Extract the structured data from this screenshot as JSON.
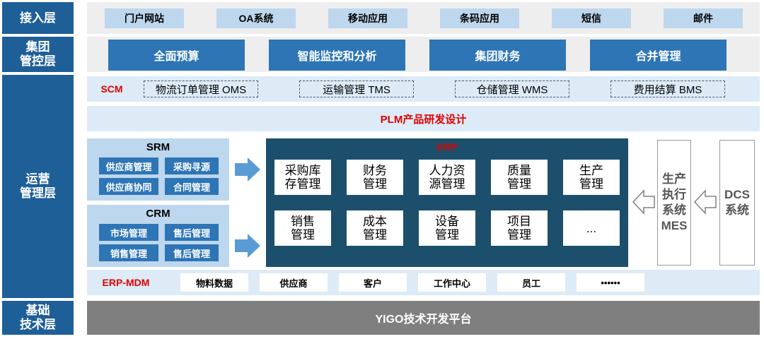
{
  "layers": {
    "access": "接入层",
    "group": "集团\n管控层",
    "operation": "运营\n管理层",
    "base": "基础\n技术层"
  },
  "access_items": [
    "门户网站",
    "OA系统",
    "移动应用",
    "条码应用",
    "短信",
    "邮件"
  ],
  "group_items": [
    "全面预算",
    "智能监控和分析",
    "集团财务",
    "合并管理"
  ],
  "scm": {
    "label": "SCM",
    "items": [
      "物流订单管理 OMS",
      "运输管理 TMS",
      "仓储管理 WMS",
      "费用结算 BMS"
    ]
  },
  "plm": "PLM产品研发设计",
  "srm": {
    "title": "SRM",
    "items": [
      "供应商管理",
      "采购寻源",
      "供应商协同",
      "合同管理"
    ]
  },
  "crm": {
    "title": "CRM",
    "items": [
      "市场管理",
      "售后管理",
      "销售管理",
      "售后管理"
    ]
  },
  "erp": {
    "title": "ERP",
    "items": [
      "采购库\n存管理",
      "财务\n管理",
      "人力资\n源管理",
      "质量\n管理",
      "生产\n管理",
      "销售\n管理",
      "成本\n管理",
      "设备\n管理",
      "项目\n管理",
      "..."
    ]
  },
  "mes": "生产\n执行\n系统\nMES",
  "dcs": "DCS\n系统",
  "mdm": {
    "label": "ERP-MDM",
    "items": [
      "物料数据",
      "供应商",
      "客户",
      "工作中心",
      "员工",
      "••••••"
    ]
  },
  "platform": "YIGO技术开发平台",
  "colors": {
    "layer_label": "#1f5f97",
    "accent_blue": "#2e75b6",
    "light_blue": "#bdd7ee",
    "band_blue": "#ddebf7",
    "erp_dark": "#1b4f6b",
    "red_text": "#e00000",
    "platform_gray": "#7f7f7f"
  }
}
